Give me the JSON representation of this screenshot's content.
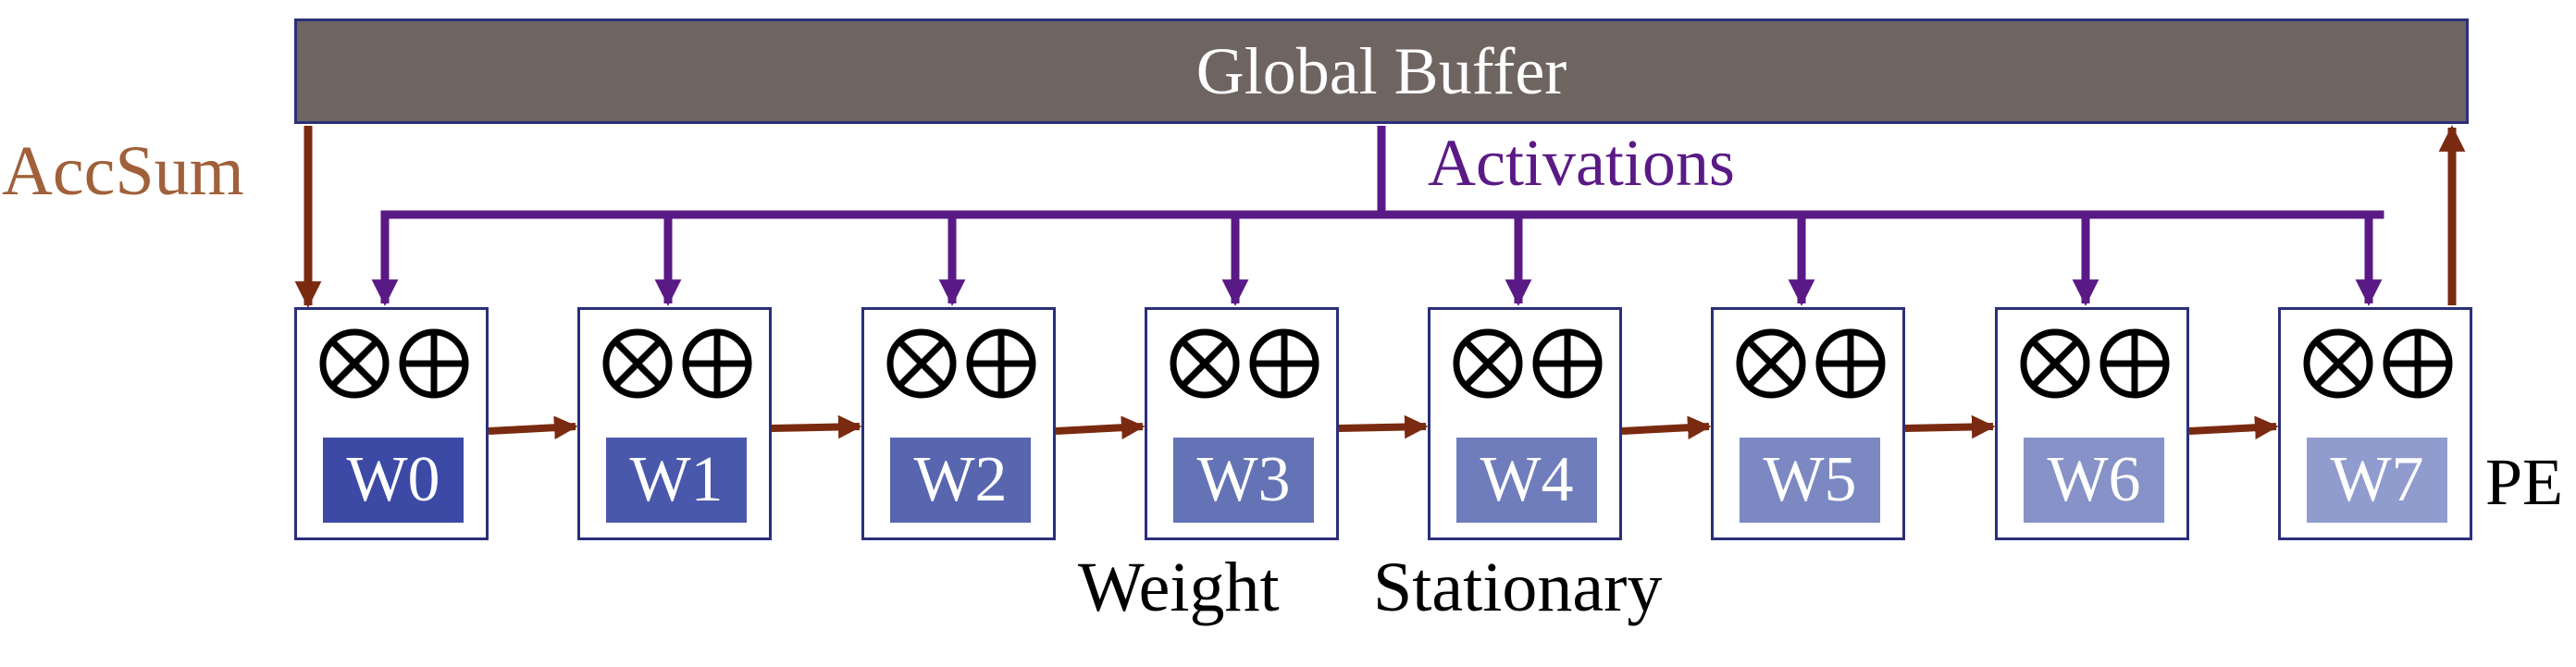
{
  "buffer": {
    "label": "Global Buffer"
  },
  "labels": {
    "accsum": "AccSum",
    "activations": "Activations",
    "pe": "PE",
    "weight": "Weight",
    "stationary": "Stationary"
  },
  "pes": [
    {
      "weight": "W0",
      "color": "#3c4aa6"
    },
    {
      "weight": "W1",
      "color": "#4a58ac"
    },
    {
      "weight": "W2",
      "color": "#5866b0"
    },
    {
      "weight": "W3",
      "color": "#6472b6"
    },
    {
      "weight": "W4",
      "color": "#6f7dbc"
    },
    {
      "weight": "W5",
      "color": "#7b88c2"
    },
    {
      "weight": "W6",
      "color": "#8692c8"
    },
    {
      "weight": "W7",
      "color": "#919cce"
    }
  ],
  "colors": {
    "buffer": "#6e6561",
    "border": "#2b2f7a",
    "accsum": "#a0603a",
    "activations": "#5a1a86",
    "chain": "#7a2a10"
  },
  "icons": [
    "multiply-circle-icon",
    "add-circle-icon"
  ]
}
